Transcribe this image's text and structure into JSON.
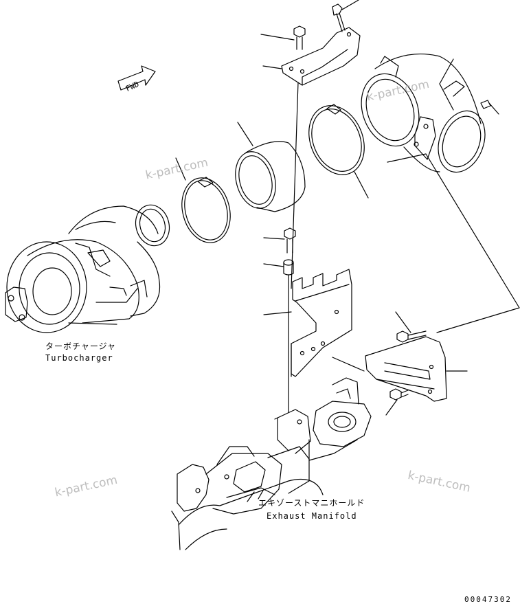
{
  "labels": {
    "turbo_jp": "ターボチャージャ",
    "turbo_en": "Turbocharger",
    "manifold_jp": "エキゾーストマニホールド",
    "manifold_en": "Exhaust Manifold",
    "fwd": "FWD",
    "drawing_code": "00047302"
  },
  "watermarks": [
    "k-part.com",
    "k-part.com",
    "k-part.com",
    "k-part.com"
  ],
  "colors": {
    "line": "#000000",
    "watermark": "#bdbdbd",
    "background": "#ffffff"
  }
}
